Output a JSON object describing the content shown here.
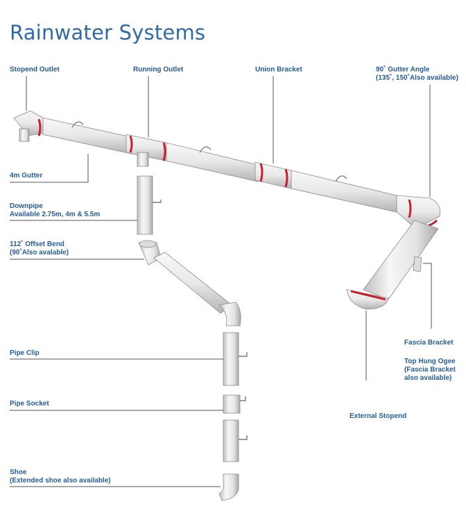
{
  "title": "Rainwater Systems",
  "colors": {
    "label": "#245c9a",
    "title": "#2f6aa8",
    "pipe": "#ececec",
    "pipe_outline": "#8a8a8a",
    "seal": "#c8202a"
  },
  "labels": {
    "stopend_outlet": "Stopend Outlet",
    "running_outlet": "Running Outlet",
    "union_bracket": "Union Bracket",
    "gutter_angle_1": "90˚ Gutter Angle",
    "gutter_angle_2": "(135˚, 150˚Also available)",
    "gutter_4m": "4m Gutter",
    "downpipe_1": "Downpipe",
    "downpipe_2": "Available 2.75m, 4m & 5.5m",
    "offset_bend_1": "112˚ Offset Bend",
    "offset_bend_2": "(90˚Also avalable)",
    "pipe_clip": "Pipe Clip",
    "pipe_socket": "Pipe Socket",
    "shoe_1": "Shoe",
    "shoe_2": "(Extended shoe also available)",
    "fascia_bracket": "Fascia Bracket",
    "top_hung_1": "Top Hung Ogee",
    "top_hung_2": "(Fascia Bracket",
    "top_hung_3": "also available)",
    "external_stopend": "External Stopend"
  }
}
